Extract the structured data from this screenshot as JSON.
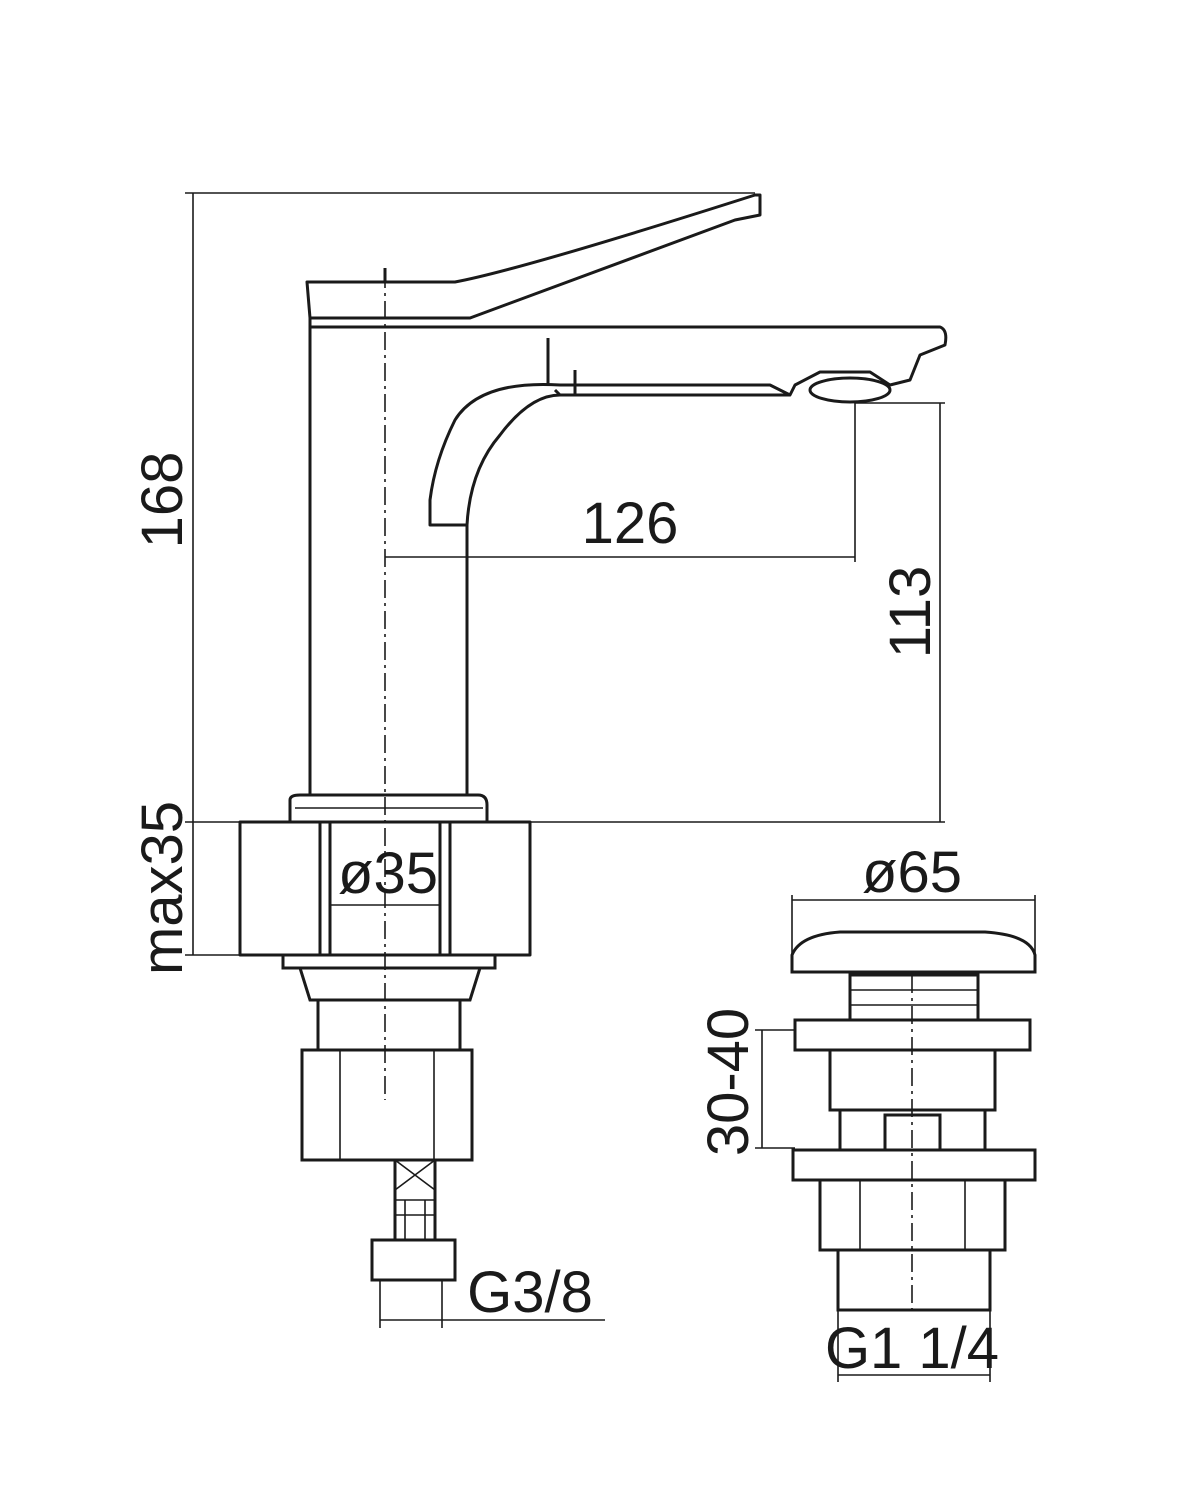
{
  "title": "Basin mixer with pop-up waste - technical drawing",
  "dimensions": {
    "total_height": "168",
    "spout_reach": "126",
    "spout_height": "113",
    "max_counter_thickness": "max35",
    "hole_diameter": "ø35",
    "supply_thread": "G3/8",
    "waste_cap_diameter": "ø65",
    "waste_range": "30-40",
    "waste_thread": "G1 1/4"
  },
  "colors": {
    "line": "#1a1a1a",
    "background": "#ffffff"
  }
}
